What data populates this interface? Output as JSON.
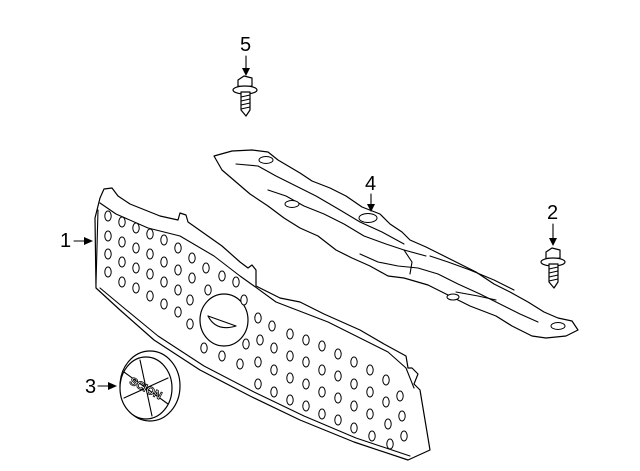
{
  "callouts": {
    "c1": "1",
    "c2": "2",
    "c3": "3",
    "c4": "4",
    "c5": "5"
  },
  "emblem_text": "SCION",
  "parts": [
    {
      "number": "1",
      "icon": "grille-icon"
    },
    {
      "number": "2",
      "icon": "bolt-icon"
    },
    {
      "number": "3",
      "icon": "emblem-icon"
    },
    {
      "number": "4",
      "icon": "upper-cover-icon"
    },
    {
      "number": "5",
      "icon": "bolt-icon"
    }
  ]
}
